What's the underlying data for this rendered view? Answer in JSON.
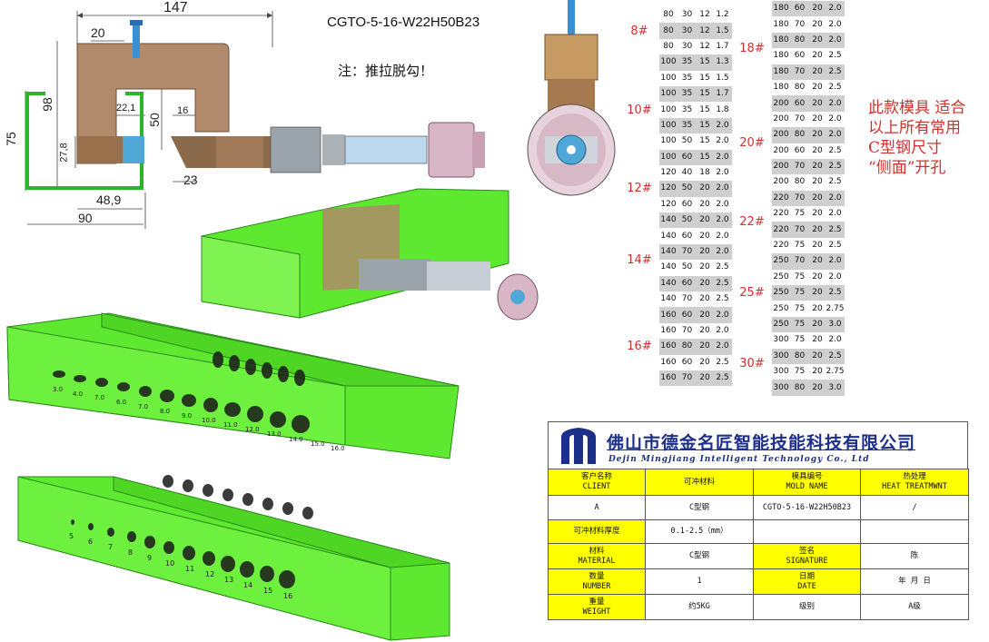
{
  "drawing": {
    "model_code": "CGTO-5-16-W22H50B23",
    "note": "注：推拉脱勾！",
    "dims": {
      "d147": "147",
      "d20": "20",
      "d98": "98",
      "d75": "75",
      "d22_1": "22,1",
      "d50": "50",
      "d16": "16",
      "d27_8": "27,8",
      "d23": "23",
      "d48_9": "48,9",
      "d90": "90"
    },
    "pierce_labels_top": [
      "3.0",
      "4.0",
      "7.0",
      "6.0",
      "7.0",
      "8.0",
      "9.0",
      "10.0",
      "11.0",
      "12.0",
      "13.0",
      "14.0",
      "15.0",
      "16.0"
    ],
    "pierce_labels_bottom": [
      "5",
      "6",
      "7",
      "8",
      "9",
      "10",
      "11",
      "12",
      "13",
      "14",
      "15",
      "16"
    ]
  },
  "size_table": {
    "left_groups": [
      {
        "name": "8#",
        "rows": [
          [
            "80",
            "30",
            "12",
            "1.2"
          ],
          [
            "80",
            "30",
            "12",
            "1.5"
          ],
          [
            "80",
            "30",
            "12",
            "1.7"
          ]
        ]
      },
      {
        "name": "10#",
        "rows": [
          [
            "100",
            "35",
            "15",
            "1.3"
          ],
          [
            "100",
            "35",
            "15",
            "1.5"
          ],
          [
            "100",
            "35",
            "15",
            "1.7"
          ],
          [
            "100",
            "35",
            "15",
            "1.8"
          ],
          [
            "100",
            "35",
            "15",
            "2.0"
          ],
          [
            "100",
            "50",
            "15",
            "2.0"
          ],
          [
            "100",
            "60",
            "15",
            "2.0"
          ]
        ]
      },
      {
        "name": "12#",
        "rows": [
          [
            "120",
            "40",
            "18",
            "2.0"
          ],
          [
            "120",
            "50",
            "20",
            "2.0"
          ],
          [
            "120",
            "60",
            "20",
            "2.0"
          ]
        ]
      },
      {
        "name": "14#",
        "rows": [
          [
            "140",
            "50",
            "20",
            "2.0"
          ],
          [
            "140",
            "60",
            "20",
            "2.0"
          ],
          [
            "140",
            "70",
            "20",
            "2.0"
          ],
          [
            "140",
            "50",
            "20",
            "2.5"
          ],
          [
            "140",
            "60",
            "20",
            "2.5"
          ],
          [
            "140",
            "70",
            "20",
            "2.5"
          ]
        ]
      },
      {
        "name": "16#",
        "rows": [
          [
            "160",
            "60",
            "20",
            "2.0"
          ],
          [
            "160",
            "70",
            "20",
            "2.0"
          ],
          [
            "160",
            "80",
            "20",
            "2.0"
          ],
          [
            "160",
            "60",
            "20",
            "2.5"
          ],
          [
            "160",
            "70",
            "20",
            "2.5"
          ]
        ]
      }
    ],
    "right_groups": [
      {
        "name": "18#",
        "rows": [
          [
            "180",
            "60",
            "20",
            "2.0"
          ],
          [
            "180",
            "70",
            "20",
            "2.0"
          ],
          [
            "180",
            "80",
            "20",
            "2.0"
          ],
          [
            "180",
            "60",
            "20",
            "2.5"
          ],
          [
            "180",
            "70",
            "20",
            "2.5"
          ],
          [
            "180",
            "80",
            "20",
            "2.5"
          ]
        ]
      },
      {
        "name": "20#",
        "rows": [
          [
            "200",
            "60",
            "20",
            "2.0"
          ],
          [
            "200",
            "70",
            "20",
            "2.0"
          ],
          [
            "200",
            "80",
            "20",
            "2.0"
          ],
          [
            "200",
            "60",
            "20",
            "2.5"
          ],
          [
            "200",
            "70",
            "20",
            "2.5"
          ],
          [
            "200",
            "80",
            "20",
            "2.5"
          ]
        ]
      },
      {
        "name": "22#",
        "rows": [
          [
            "220",
            "70",
            "20",
            "2.0"
          ],
          [
            "220",
            "75",
            "20",
            "2.0"
          ],
          [
            "220",
            "70",
            "20",
            "2.5"
          ],
          [
            "220",
            "75",
            "20",
            "2.5"
          ]
        ]
      },
      {
        "name": "25#",
        "rows": [
          [
            "250",
            "70",
            "20",
            "2.0"
          ],
          [
            "250",
            "75",
            "20",
            "2.0"
          ],
          [
            "250",
            "75",
            "20",
            "2.5"
          ],
          [
            "250",
            "75",
            "20",
            "2.75"
          ],
          [
            "250",
            "75",
            "20",
            "3.0"
          ]
        ]
      },
      {
        "name": "30#",
        "rows": [
          [
            "300",
            "75",
            "20",
            "2.0"
          ],
          [
            "300",
            "80",
            "20",
            "2.5"
          ],
          [
            "300",
            "75",
            "20",
            "2.75"
          ],
          [
            "300",
            "80",
            "20",
            "3.0"
          ]
        ]
      }
    ],
    "note_lines": [
      "此款模具 适合",
      "以上所有常用",
      "C型钢尺寸",
      "“侧面”开孔"
    ]
  },
  "title_block": {
    "company_cn": "佛山市德金名匠智能技能科技有限公司",
    "company_en": "Dejin Mingjiang Intelligent Technology Co., Ltd",
    "header": [
      {
        "cn": "客户名称",
        "en": "CLIENT"
      },
      {
        "cn": "可冲材料",
        "en": ""
      },
      {
        "cn": "模具编号",
        "en": "MOLD NAME"
      },
      {
        "cn": "热处理",
        "en": "HEAT TREATMWNT"
      }
    ],
    "row1": [
      "A",
      "C型钢",
      "CGTO-5-16-W22H50B23",
      "/"
    ],
    "row2_label": "可冲材料厚度",
    "row2_value": "0.1-2.5（mm）",
    "row3": {
      "label_cn": "材料",
      "label_en": "MATERIAL",
      "value": "C型钢",
      "sig_cn": "签名",
      "sig_en": "SIGNATURE",
      "sig_value": "陈"
    },
    "row4": {
      "label_cn": "数量",
      "label_en": "NUMBER",
      "value": "1",
      "date_cn": "日期",
      "date_en": "DATE",
      "date_value": "年 月 日"
    },
    "row5": {
      "label_cn": "重量",
      "label_en": "WEIGHT",
      "value": "约5KG",
      "grade_label": "级别",
      "grade_value": "A级"
    }
  },
  "colors": {
    "accent_red": "#d0312d",
    "steel_green": "#5ee82f",
    "header_yellow": "#ffff00",
    "company_blue": "#1c2f8a",
    "tool_brown": "#b08a6a"
  }
}
